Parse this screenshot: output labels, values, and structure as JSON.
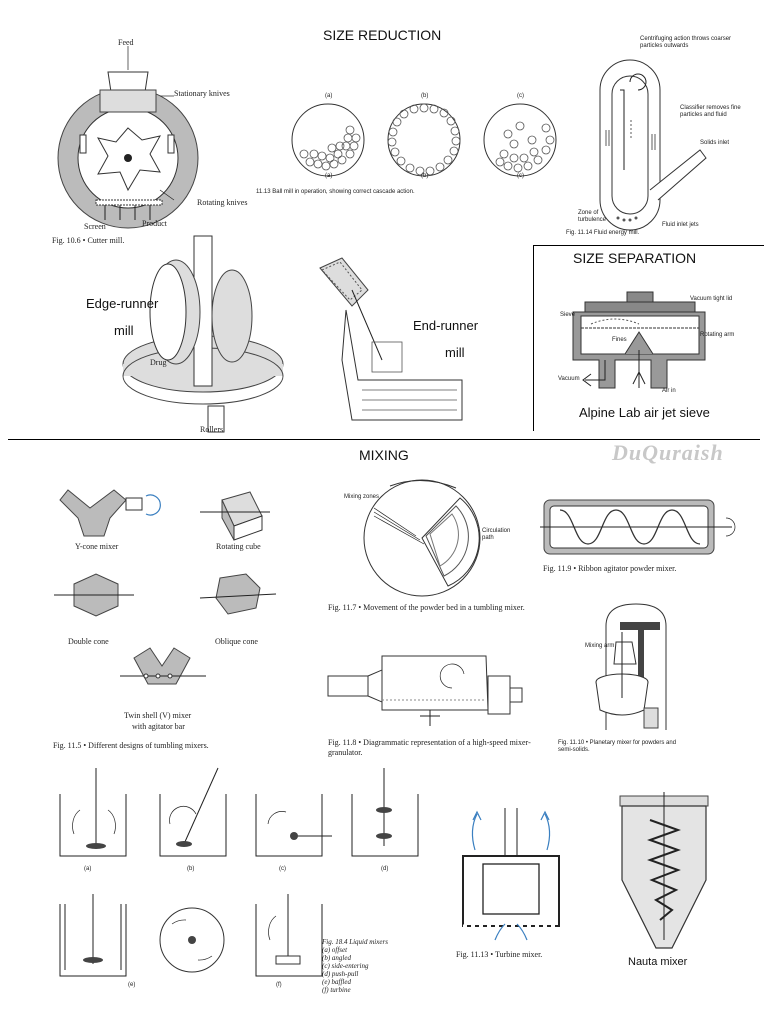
{
  "sections": {
    "size_reduction": "SIZE REDUCTION",
    "size_separation": "SIZE SEPARATION",
    "mixing": "MIXING",
    "watermark": "DuQuraish"
  },
  "cutter_mill": {
    "feed": "Feed",
    "stationary_knives": "Stationary knives",
    "rotating_knives": "Rotating knives",
    "screen": "Screen",
    "product": "Product",
    "caption": "Fig. 10.6 • Cutter mill."
  },
  "ball_mill": {
    "a": "(a)",
    "b": "(b)",
    "c": "(c)",
    "caption": "11.13   Ball mill in operation, showing correct cascade action."
  },
  "fluid_energy_mill": {
    "centrifuging": "Centrifuging action throws coarser particles outwards",
    "classifier": "Classifier removes fine particles and fluid",
    "solids_inlet": "Solids inlet",
    "zone": "Zone of turbulence",
    "fluid_jets": "Fluid inlet jets",
    "caption": "Fig. 11.14   Fluid energy mill."
  },
  "edge_runner": {
    "label1": "Edge-runner",
    "label2": "mill",
    "drug": "Drug",
    "rollers": "Rollers"
  },
  "end_runner": {
    "label1": "End-runner",
    "label2": "mill"
  },
  "air_jet_sieve": {
    "sieve": "Sieve",
    "lid": "Vacuum tight lid",
    "arm": "Rotating arm",
    "fines": "Fines",
    "vacuum": "Vacuum",
    "air_in": "Air in",
    "caption": "Alpine Lab air jet sieve"
  },
  "tumbling": {
    "ycone": "Y-cone mixer",
    "cube": "Rotating cube",
    "double_cone": "Double cone",
    "oblique_cone": "Oblique cone",
    "twin_shell_1": "Twin shell (V) mixer",
    "twin_shell_2": "with agitator bar",
    "caption": "Fig. 11.5 • Different designs of tumbling mixers."
  },
  "powder_bed": {
    "mixing_zones": "Mixing zones",
    "circulation": "Circulation path",
    "caption": "Fig. 11.7 • Movement of the powder bed in a tumbling mixer."
  },
  "ribbon": {
    "caption": "Fig. 11.9 • Ribbon agitator powder mixer."
  },
  "granulator": {
    "caption": "Fig. 11.8 • Diagrammatic representation of a high-speed mixer-granulator."
  },
  "planetary": {
    "arm": "Mixing arm",
    "caption": "Fig. 11.10 • Planetary mixer for powders and semi-solids."
  },
  "liquid_mixers": {
    "a": "(a)",
    "b": "(b)",
    "c": "(c)",
    "d": "(d)",
    "e": "(e)",
    "f": "(f)",
    "title": "Fig. 18.4   Liquid mixers",
    "items": [
      "(a) offset",
      "(b) angled",
      "(c) side-entering",
      "(d) push-pull",
      "(e) baffled",
      "(f) turbine"
    ]
  },
  "turbine": {
    "caption": "Fig. 11.13 • Turbine mixer."
  },
  "nauta": {
    "caption": "Nauta mixer"
  },
  "colors": {
    "arrow_blue": "#3a7fc0",
    "watermark": "#c8c8c8"
  }
}
